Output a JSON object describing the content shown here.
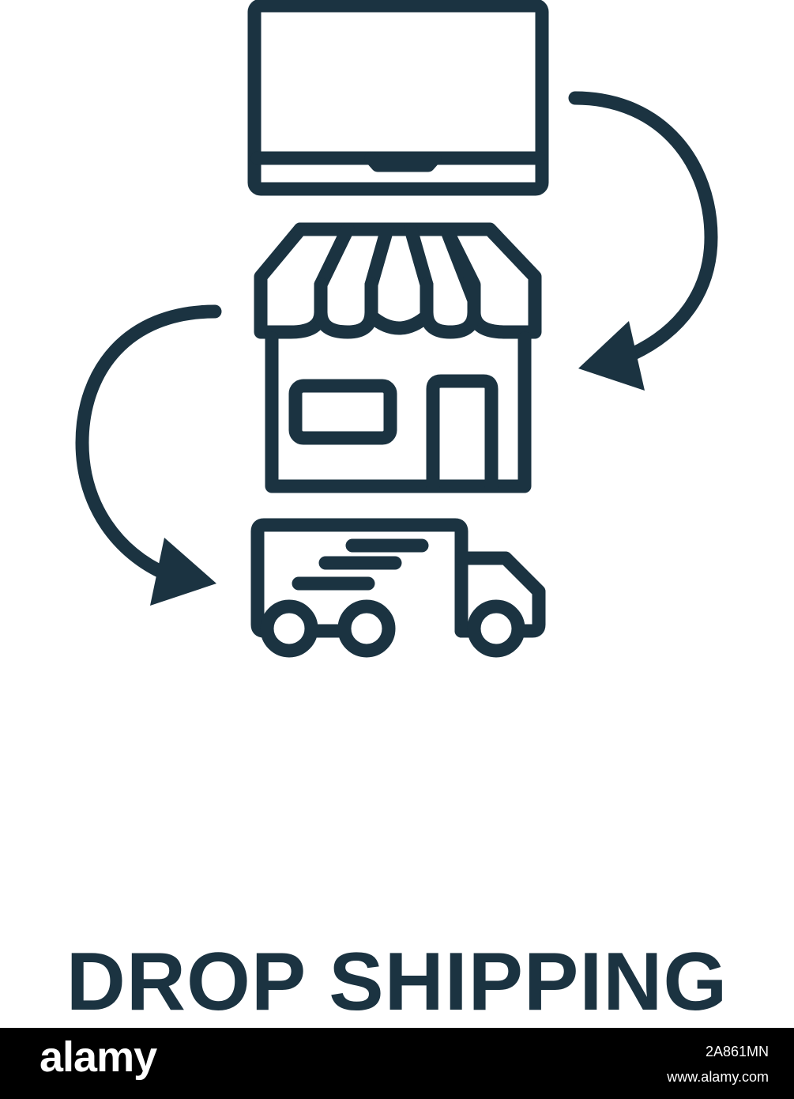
{
  "caption": {
    "title": "DROP SHIPPING"
  },
  "stock_bar": {
    "logo": "alamy",
    "image_id": "2A861MN",
    "url": "www.alamy.com"
  },
  "colors": {
    "stroke": "#1b3341",
    "background": "#ffffff",
    "stock_bar": "#000000"
  },
  "icons": {
    "laptop": "laptop-icon",
    "store": "store-icon",
    "truck": "delivery-truck-icon",
    "arrow_right": "curved-arrow-right-icon",
    "arrow_left": "curved-arrow-left-icon"
  }
}
